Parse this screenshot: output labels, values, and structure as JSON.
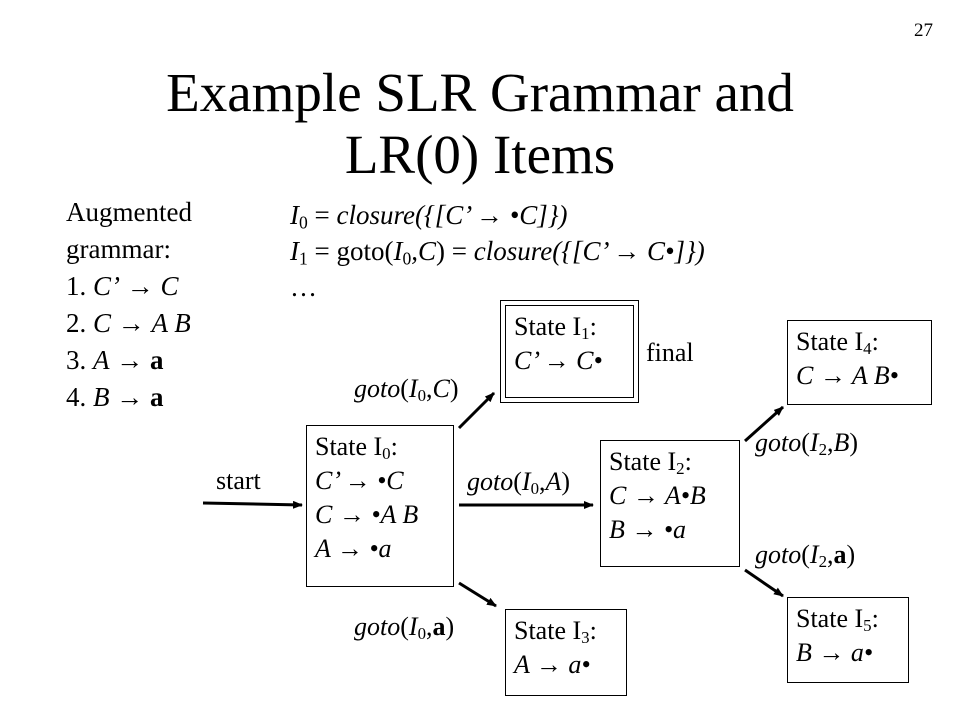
{
  "page_number": "27",
  "title_line1": "Example SLR Grammar and",
  "title_line2": "LR(0) Items",
  "grammar": {
    "heading1": "Augmented",
    "heading2": "grammar:",
    "rules": [
      {
        "num": "1.",
        "lhs": "C’",
        "arrow": "→",
        "rhs": "C"
      },
      {
        "num": "2.",
        "lhs": "C",
        "arrow": "→",
        "rhs": "A B"
      },
      {
        "num": "3.",
        "lhs": "A",
        "arrow": "→",
        "rhs": "a"
      },
      {
        "num": "4.",
        "lhs": "B",
        "arrow": "→",
        "rhs": "a"
      }
    ]
  },
  "definitions": {
    "line1": {
      "I": "I",
      "sub": "0",
      "eq": " = ",
      "closure": "closure",
      "arg": "({[C’ → •C]})"
    },
    "line2": {
      "I": "I",
      "sub": "1",
      "eq": " = goto(",
      "I2": "I",
      "sub2": "0",
      "c": ",C",
      "mid": ") = ",
      "closure": "closure",
      "arg": "({[C’ → C•]})"
    },
    "line3": "…"
  },
  "states": {
    "i0": {
      "name": "State I",
      "sub": "0",
      "colon": ":",
      "items": [
        "C’ → •C",
        "C → •A B",
        "A → •a"
      ]
    },
    "i1": {
      "name": "State I",
      "sub": "1",
      "colon": ":",
      "items": [
        "C’ → C•"
      ]
    },
    "i2": {
      "name": "State I",
      "sub": "2",
      "colon": ":",
      "items": [
        "C → A•B",
        "B → •a"
      ]
    },
    "i3": {
      "name": "State I",
      "sub": "3",
      "colon": ":",
      "items": [
        "A → a•"
      ]
    },
    "i4": {
      "name": "State I",
      "sub": "4",
      "colon": ":",
      "items": [
        "C → A B•"
      ]
    },
    "i5": {
      "name": "State I",
      "sub": "5",
      "colon": ":",
      "items": [
        "B → a•"
      ]
    }
  },
  "labels": {
    "start": "start",
    "final": "final",
    "goto": "goto",
    "g0C": {
      "state": "I",
      "sub": "0",
      "sym": "C"
    },
    "g0A": {
      "state": "I",
      "sub": "0",
      "sym": "A"
    },
    "g0a": {
      "state": "I",
      "sub": "0",
      "sym": "a"
    },
    "g2B": {
      "state": "I",
      "sub": "2",
      "sym": "B"
    },
    "g2a": {
      "state": "I",
      "sub": "2",
      "sym": "a"
    }
  }
}
